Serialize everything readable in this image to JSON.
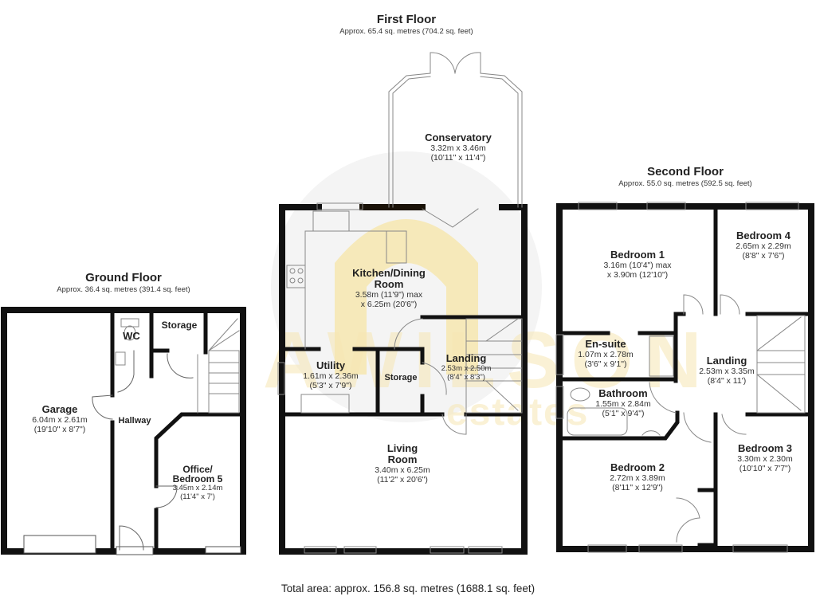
{
  "watermark": {
    "brand": "AWILSON",
    "tagline": "estates",
    "colors": {
      "yellow": "#f7e08a",
      "grey": "#e4e4e4"
    }
  },
  "colors": {
    "wall": "#111111",
    "background": "#ffffff",
    "text": "#222222"
  },
  "floors": {
    "ground": {
      "title": "Ground Floor",
      "area": "Approx. 36.4 sq. metres (391.4 sq. feet)",
      "rooms": {
        "garage": {
          "name": "Garage",
          "dim_m": "6.04m x 2.61m",
          "dim_ft": "(19'10\" x 8'7\")"
        },
        "wc": {
          "name": "WC"
        },
        "storage": {
          "name": "Storage"
        },
        "hallway": {
          "name": "Hallway"
        },
        "office": {
          "name_line1": "Office/",
          "name_line2": "Bedroom 5",
          "dim_m": "3.45m x 2.14m",
          "dim_ft": "(11'4\" x 7')"
        }
      }
    },
    "first": {
      "title": "First Floor",
      "area": "Approx. 65.4 sq. metres (704.2 sq. feet)",
      "rooms": {
        "conservatory": {
          "name": "Conservatory",
          "dim_m": "3.32m x 3.46m",
          "dim_ft": "(10'11\" x 11'4\")"
        },
        "kitchen": {
          "name_line1": "Kitchen/Dining",
          "name_line2": "Room",
          "dim_line1": "3.58m (11'9\") max",
          "dim_line2": "x 6.25m (20'6\")"
        },
        "utility": {
          "name": "Utility",
          "dim_m": "1.61m x 2.36m",
          "dim_ft": "(5'3\" x 7'9\")"
        },
        "storage": {
          "name": "Storage"
        },
        "landing": {
          "name": "Landing",
          "dim_m": "2.53m x 2.50m",
          "dim_ft": "(8'4\" x 8'3\")"
        },
        "living": {
          "name_line1": "Living",
          "name_line2": "Room",
          "dim_m": "3.40m x 6.25m",
          "dim_ft": "(11'2\" x 20'6\")"
        }
      }
    },
    "second": {
      "title": "Second Floor",
      "area": "Approx. 55.0 sq. metres (592.5 sq. feet)",
      "rooms": {
        "bedroom1": {
          "name": "Bedroom 1",
          "dim_line1": "3.16m (10'4\") max",
          "dim_line2": "x 3.90m (12'10\")"
        },
        "bedroom4": {
          "name": "Bedroom 4",
          "dim_m": "2.65m x 2.29m",
          "dim_ft": "(8'8\" x 7'6\")"
        },
        "ensuite": {
          "name": "En-suite",
          "dim_m": "1.07m x 2.78m",
          "dim_ft": "(3'6\" x 9'1\")"
        },
        "landing": {
          "name": "Landing",
          "dim_m": "2.53m x 3.35m",
          "dim_ft": "(8'4\" x 11')"
        },
        "bathroom": {
          "name": "Bathroom",
          "dim_m": "1.55m x 2.84m",
          "dim_ft": "(5'1\" x 9'4\")"
        },
        "bedroom2": {
          "name": "Bedroom 2",
          "dim_m": "2.72m x 3.89m",
          "dim_ft": "(8'11\" x 12'9\")"
        },
        "bedroom3": {
          "name": "Bedroom 3",
          "dim_m": "3.30m x 2.30m",
          "dim_ft": "(10'10\" x 7'7\")"
        }
      }
    }
  },
  "total_area": "Total area: approx. 156.8 sq. metres (1688.1 sq. feet)"
}
